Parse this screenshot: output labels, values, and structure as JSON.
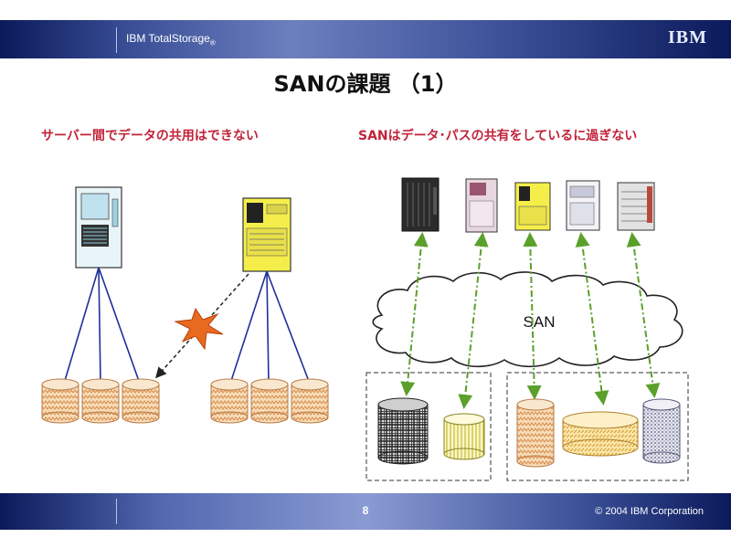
{
  "header": {
    "brand": "IBM TotalStorage",
    "registered_mark": "®",
    "logo": "IBM"
  },
  "slide": {
    "title": "SANの課題 （1）",
    "left_subtitle": "サーバー間でデータの共用はできない",
    "right_subtitle": "SANはデータ･パスの共有をしているに過ぎない",
    "san_label": "SAN"
  },
  "footer": {
    "page": "8",
    "copyright": "© 2004 IBM Corporation"
  },
  "colors": {
    "accent_red": "#c0243a",
    "link_green": "#5aa02a",
    "storage_orange": "#e3a86a"
  },
  "icons": [
    "server-tower-icon",
    "storage-disk-icon",
    "conflict-burst-icon",
    "san-cloud-icon"
  ]
}
